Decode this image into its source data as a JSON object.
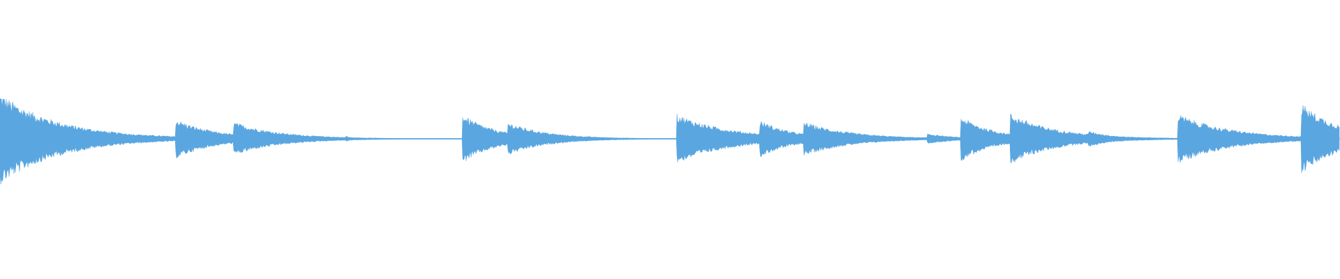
{
  "waveform": {
    "color": "#5aa6e0",
    "background": "#ffffff",
    "duration_fraction_note": "",
    "onsets": [
      {
        "t": 0.0,
        "amp": 0.165,
        "decay": 0.045
      },
      {
        "t": 0.131,
        "amp": 0.072,
        "decay": 0.03
      },
      {
        "t": 0.174,
        "amp": 0.062,
        "decay": 0.035
      },
      {
        "t": 0.258,
        "amp": 0.012,
        "decay": 0.004
      },
      {
        "t": 0.345,
        "amp": 0.09,
        "decay": 0.025
      },
      {
        "t": 0.379,
        "amp": 0.06,
        "decay": 0.03
      },
      {
        "t": 0.505,
        "amp": 0.09,
        "decay": 0.04
      },
      {
        "t": 0.567,
        "amp": 0.068,
        "decay": 0.025
      },
      {
        "t": 0.6,
        "amp": 0.062,
        "decay": 0.035
      },
      {
        "t": 0.692,
        "amp": 0.02,
        "decay": 0.02
      },
      {
        "t": 0.717,
        "amp": 0.082,
        "decay": 0.025
      },
      {
        "t": 0.754,
        "amp": 0.092,
        "decay": 0.035
      },
      {
        "t": 0.812,
        "amp": 0.03,
        "decay": 0.02
      },
      {
        "t": 0.879,
        "amp": 0.09,
        "decay": 0.04
      },
      {
        "t": 0.971,
        "amp": 0.13,
        "decay": 0.03
      }
    ]
  }
}
